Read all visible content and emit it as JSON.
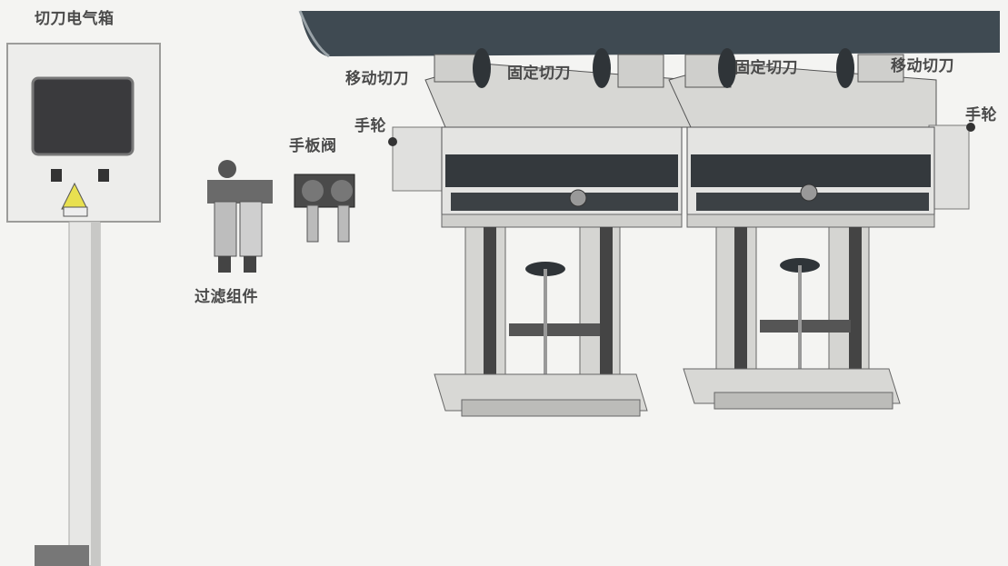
{
  "labels": {
    "cabinet": "切刀电气箱",
    "filter_assembly": "过滤组件",
    "hand_valve": "手板阀",
    "left_handwheel": "手轮",
    "right_handwheel": "手轮",
    "moving_cutter_left": "移动切刀",
    "fixed_cutter_left": "固定切刀",
    "fixed_cutter_right": "固定切刀",
    "moving_cutter_right": "移动切刀"
  },
  "colors": {
    "background": "#f4f4f2",
    "label_text": "#4a4a4a",
    "pipe": "#3f4a52",
    "frame_dark": "#2f3438",
    "frame_light": "#d9d9d6",
    "panel": "#e9e9e6"
  }
}
